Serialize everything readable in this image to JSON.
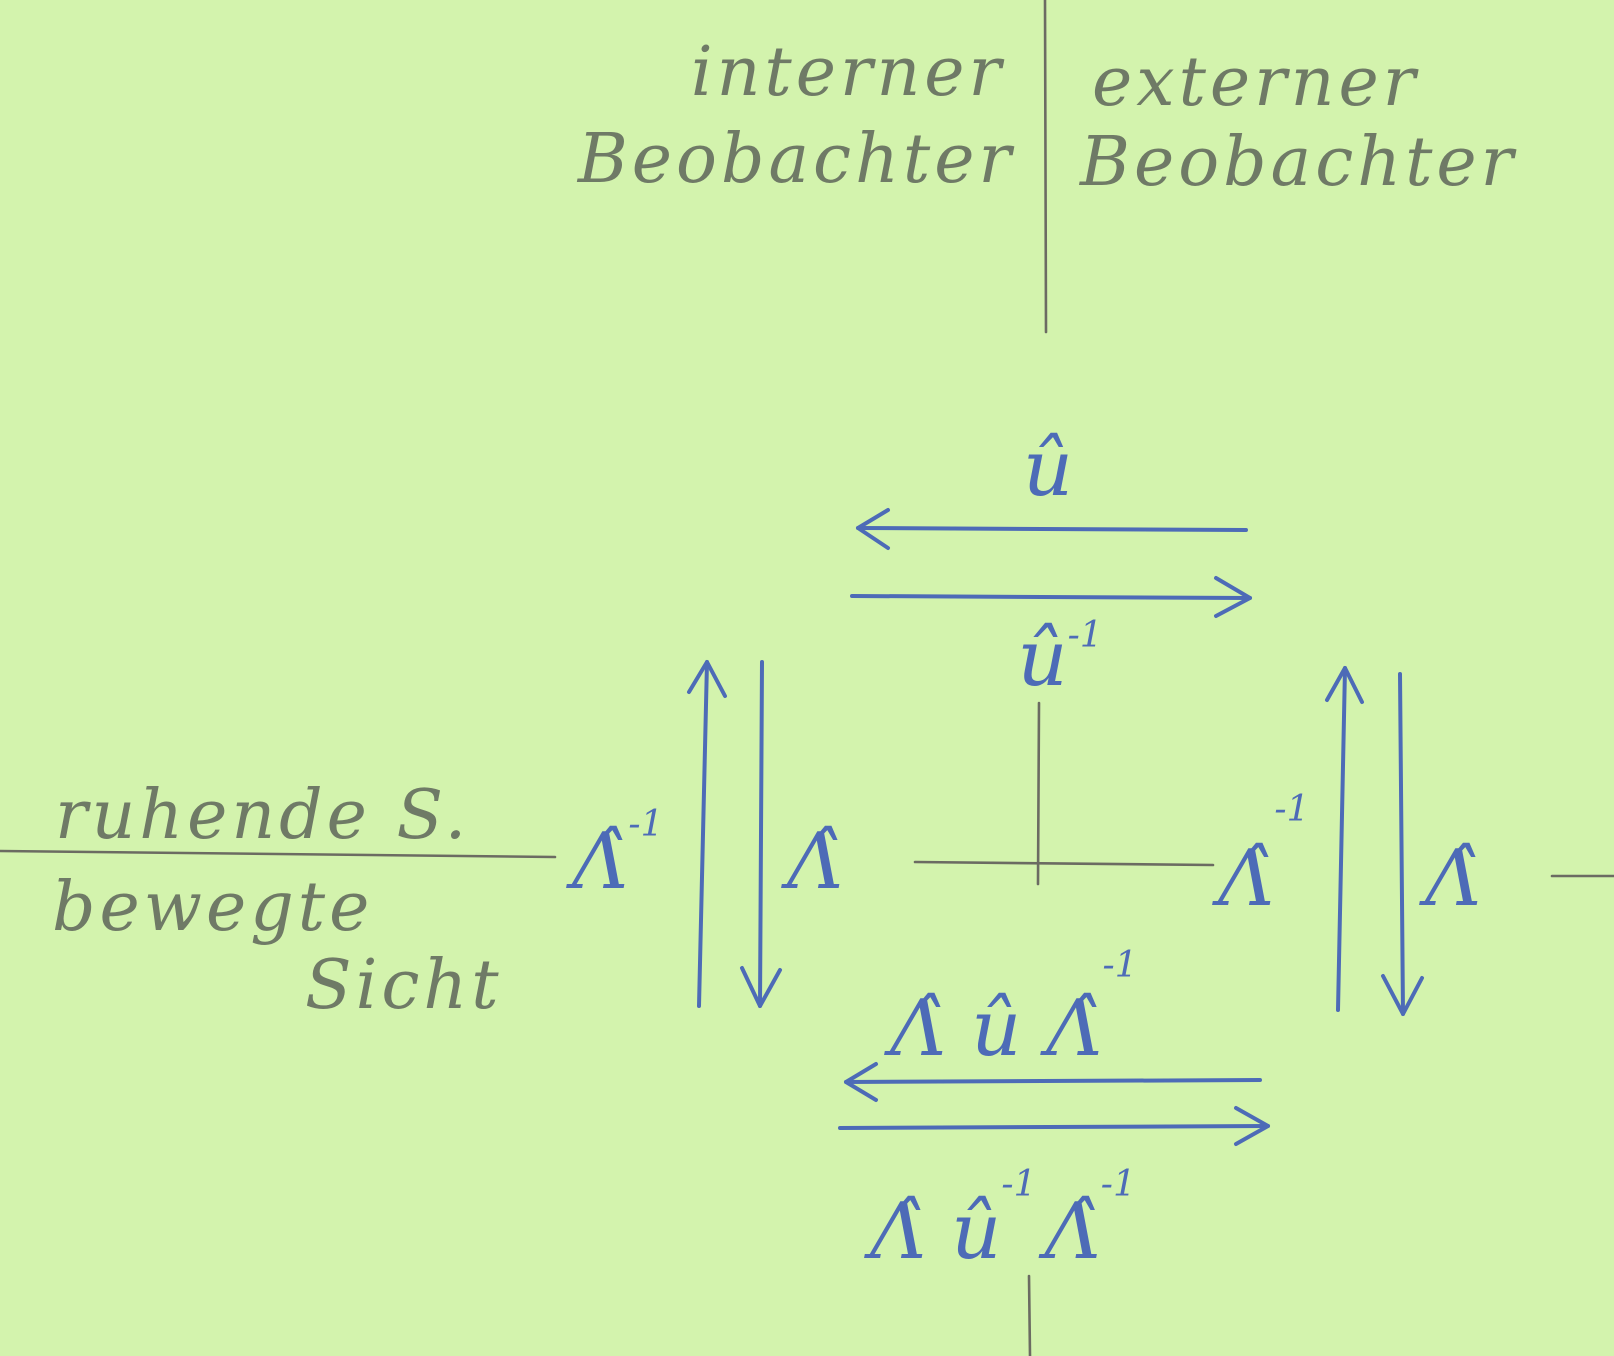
{
  "colors": {
    "background": "#d3f3ad",
    "pencil": "#6f7a66",
    "pen": "#4d6bb7"
  },
  "header": {
    "internal_line1": "interner",
    "internal_line2": "Beobachter",
    "external_line1": "externer",
    "external_line2": "Beobachter"
  },
  "side": {
    "rest_view": "ruhende S.",
    "moving_line1": "bewegte",
    "moving_line2": "Sicht"
  },
  "operators": {
    "top_base": "û",
    "top_inverse_base": "û",
    "top_inverse_exp": "-1",
    "left_inverse_base": "Λ̂",
    "left_inverse_exp": "-1",
    "left_direct": "Λ̂",
    "right_inverse_base": "Λ̂",
    "right_inverse_exp": "-1",
    "right_direct": "Λ̂",
    "bottom_top_base": "Λ̂ û Λ̂",
    "bottom_top_exp": "-1",
    "bottom_low_part1": "Λ̂ û",
    "bottom_low_exp1": "-1",
    "bottom_low_part2": "Λ̂",
    "bottom_low_exp2": "-1"
  }
}
